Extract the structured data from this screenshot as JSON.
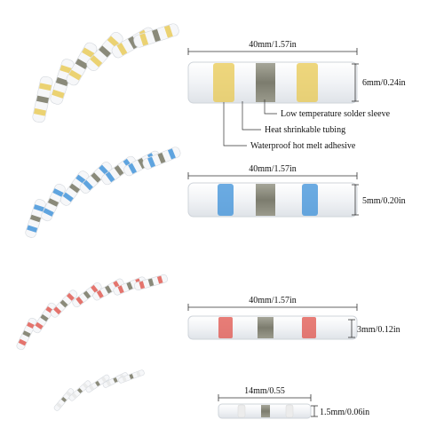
{
  "rows": [
    {
      "id": "yellow",
      "color": "#e8c850",
      "length_label": "40mm/1.57in",
      "diameter_label": "6mm/0.24in"
    },
    {
      "id": "blue",
      "color": "#3a8fd8",
      "length_label": "40mm/1.57in",
      "diameter_label": "5mm/0.20in"
    },
    {
      "id": "red",
      "color": "#e0524a",
      "length_label": "40mm/1.57in",
      "diameter_label": "3mm/0.12in"
    },
    {
      "id": "white",
      "color": "#dcdcdc",
      "length_label": "14mm/0.55",
      "diameter_label": "1.5mm/0.06in"
    }
  ],
  "callouts": {
    "solder_sleeve": "Low temperature solder sleeve",
    "heat_shrink": "Heat shrinkable tubing",
    "adhesive": "Waterproof hot melt adhesive"
  },
  "solder_color": "#8a8a7a"
}
